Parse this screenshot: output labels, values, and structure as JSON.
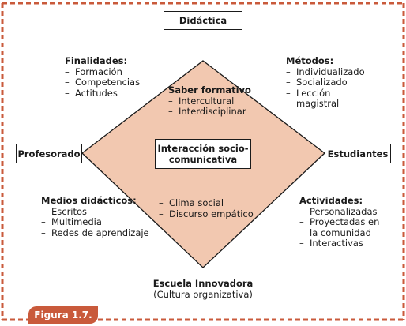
{
  "colors": {
    "accent": "#c95a3b",
    "line": "#1a1a1a"
  },
  "diagram": {
    "top_box": "Didáctica",
    "left_box": "Profesorado",
    "right_box": "Estudiantes",
    "center_box": [
      "Interacción socio-",
      "comunicativa"
    ],
    "inner_top": {
      "heading": "Saber formativo",
      "items": [
        "Intercultural",
        "Interdisciplinar"
      ]
    },
    "inner_bottom": {
      "items": [
        "Clima social",
        "Discurso empático"
      ]
    },
    "top_left": {
      "heading": "Finalidades:",
      "items": [
        "Formación",
        "Competencias",
        "Actitudes"
      ]
    },
    "top_right": {
      "heading": "Métodos:",
      "items": [
        "Individualizado",
        "Socializado",
        "Lección",
        "magistral"
      ]
    },
    "bottom_left": {
      "heading": "Medios didácticos:",
      "items": [
        "Escritos",
        "Multimedia",
        "Redes de aprendizaje"
      ]
    },
    "bottom_right": {
      "heading": "Actividades:",
      "items": [
        "Personalizadas",
        "Proyectadas en",
        "la comunidad",
        "Interactivas"
      ]
    },
    "bottom_title": "Escuela Innovadora",
    "bottom_subtitle": "(Cultura organizativa)"
  },
  "figure_label": "Figura 1.7."
}
